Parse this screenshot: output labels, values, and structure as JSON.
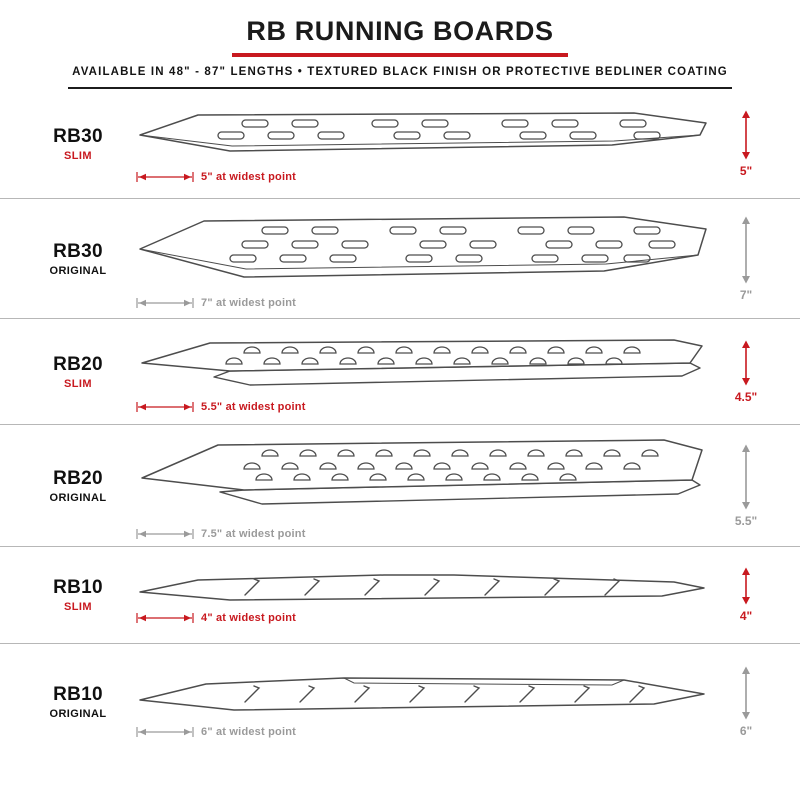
{
  "header": {
    "title": "RB RUNNING BOARDS",
    "subtitle": "AVAILABLE IN 48\" - 87\" LENGTHS  •  TEXTURED BLACK FINISH OR PROTECTIVE BEDLINER COATING"
  },
  "colors": {
    "accent_red": "#c8191f",
    "measure_gray": "#9a9a9a",
    "drawing_line": "#4d4d4d"
  },
  "rows": [
    {
      "model": "RB30",
      "variant": "SLIM",
      "widest_label": "5\" at widest point",
      "height_label": "5\""
    },
    {
      "model": "RB30",
      "variant": "ORIGINAL",
      "widest_label": "7\" at widest point",
      "height_label": "7\""
    },
    {
      "model": "RB20",
      "variant": "SLIM",
      "widest_label": "5.5\" at widest point",
      "height_label": "4.5\""
    },
    {
      "model": "RB20",
      "variant": "ORIGINAL",
      "widest_label": "7.5\" at widest point",
      "height_label": "5.5\""
    },
    {
      "model": "RB10",
      "variant": "SLIM",
      "widest_label": "4\" at widest point",
      "height_label": "4\""
    },
    {
      "model": "RB10",
      "variant": "ORIGINAL",
      "widest_label": "6\" at widest point",
      "height_label": "6\""
    }
  ]
}
